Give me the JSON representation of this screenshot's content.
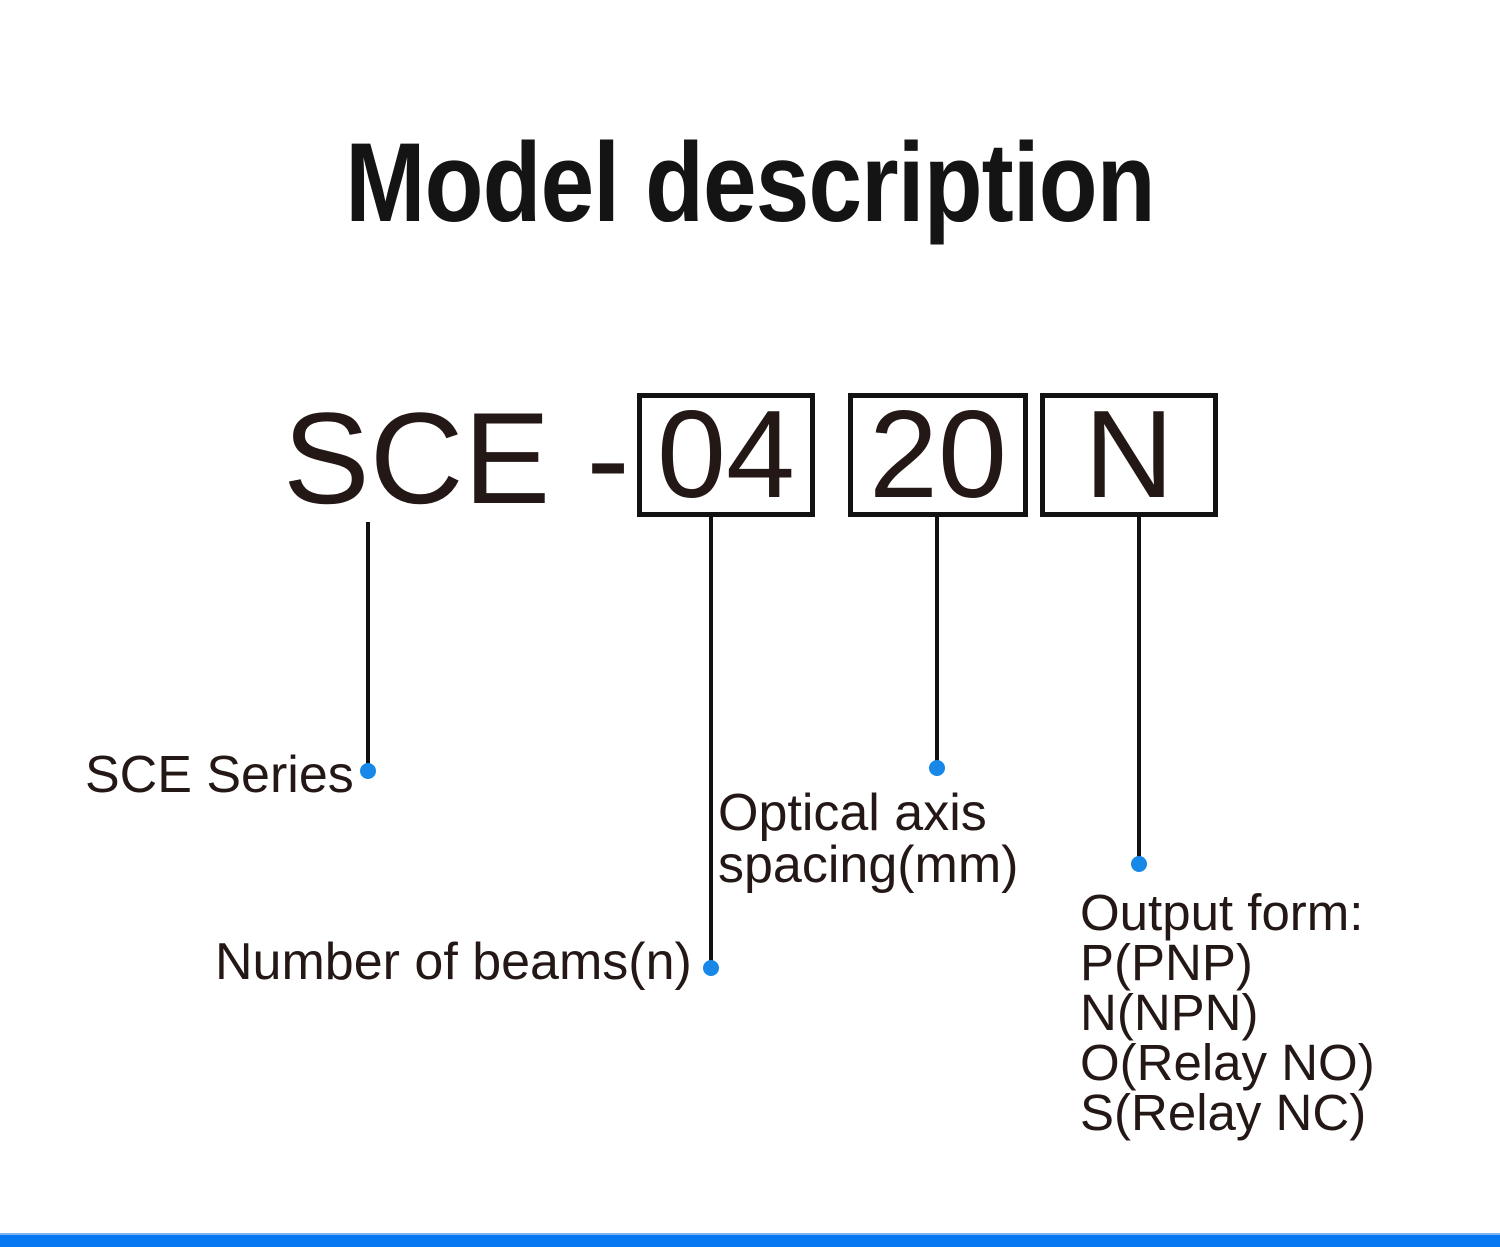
{
  "title": "Model description",
  "model_code": {
    "prefix": "SCE -",
    "segments": [
      {
        "value": "04"
      },
      {
        "value": "20"
      },
      {
        "value": "N"
      }
    ]
  },
  "callouts": {
    "series": {
      "label": "SCE Series"
    },
    "beams": {
      "label": "Number of beams(n)"
    },
    "spacing": {
      "lines": [
        "Optical axis",
        "spacing(mm)"
      ]
    },
    "output": {
      "lines": [
        "Output form:",
        "P(PNP)",
        "N(NPN)",
        "O(Relay NO)",
        "S(Relay NC)"
      ]
    }
  },
  "colors": {
    "text": "#231815",
    "line": "#111111",
    "dot": "#1787e8",
    "footer_bar": "#0777f2",
    "footer_bar_edge": "#7db4ef"
  }
}
